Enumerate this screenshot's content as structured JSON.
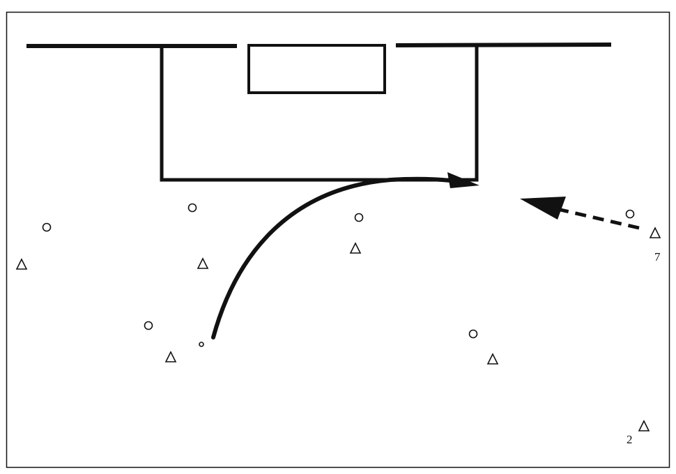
{
  "colors": {
    "line": "#111111",
    "background": "#ffffff"
  },
  "field": {
    "markings": [
      "touchline",
      "penalty-box",
      "goal-box"
    ]
  },
  "players": {
    "attackers_shape": "triangle",
    "defenders_shape": "circle",
    "labels": {
      "attacker_7": "7",
      "attacker_2": "2"
    }
  },
  "arrows": {
    "ball_path": "solid-curve",
    "player_run": "dashed"
  },
  "ball": {
    "shape": "small-circle"
  }
}
